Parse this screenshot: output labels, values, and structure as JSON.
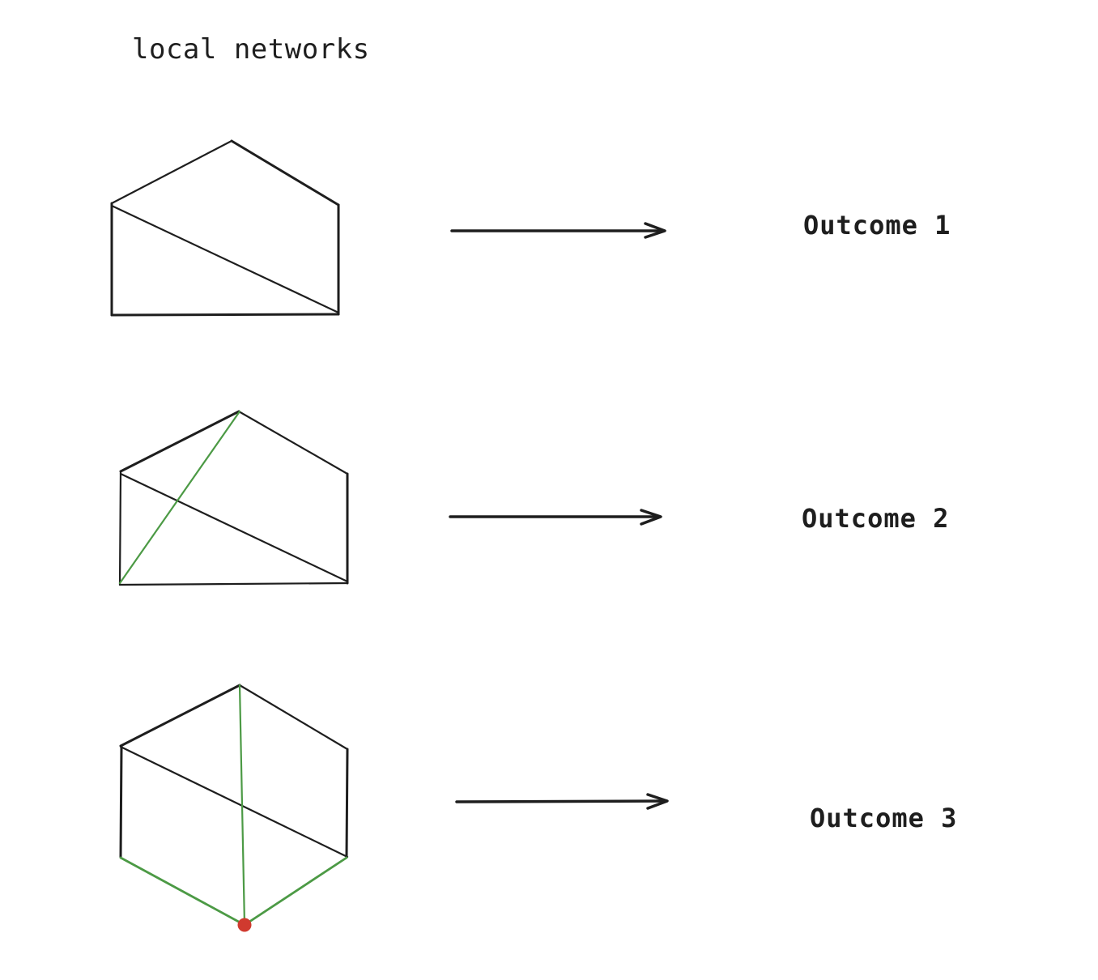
{
  "title": "local networks",
  "colors": {
    "ink": "#1e1e1e",
    "green": "#4c9a45",
    "red": "#d03a2f",
    "background": "#ffffff"
  },
  "rows": [
    {
      "outcome_label": "Outcome 1"
    },
    {
      "outcome_label": "Outcome 2"
    },
    {
      "outcome_label": "Outcome 3"
    }
  ]
}
